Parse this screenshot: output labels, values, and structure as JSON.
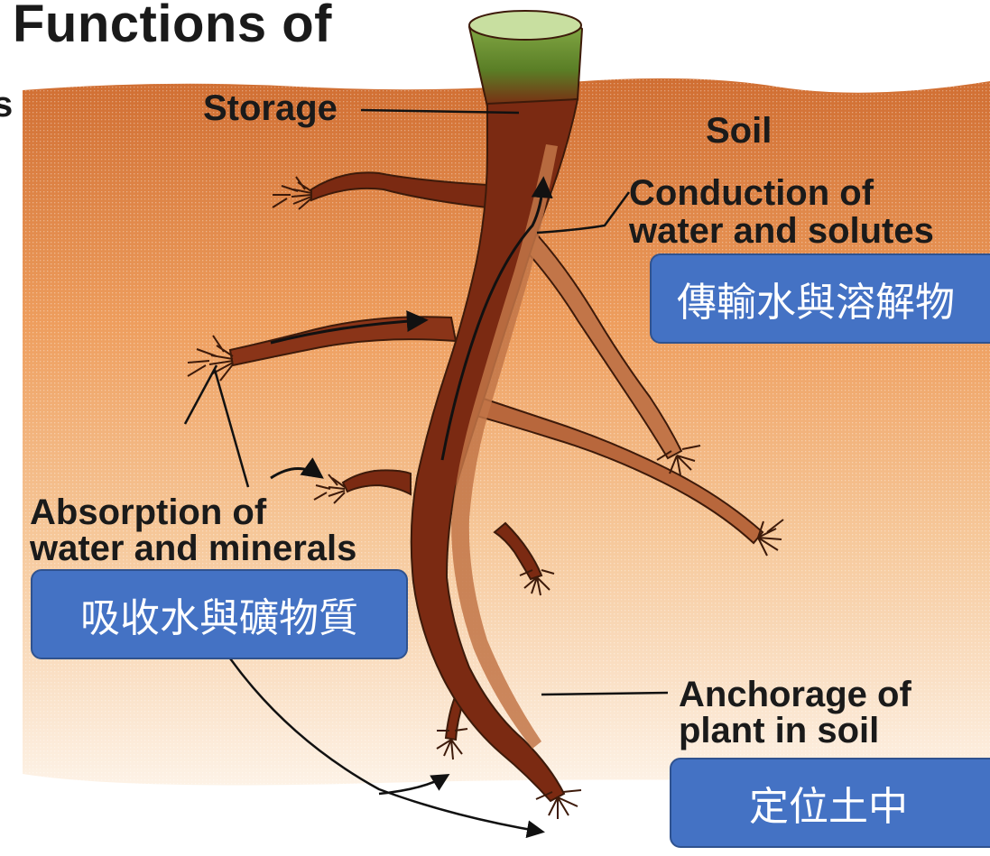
{
  "title": "Functions of",
  "edge_char": "s",
  "labels": {
    "storage": "Storage",
    "soil": "Soil",
    "conduction_line1": "Conduction of",
    "conduction_line2": "water and solutes",
    "absorption_line1": "Absorption of",
    "absorption_line2": "water and minerals",
    "anchorage_line1": "Anchorage of",
    "anchorage_line2": "plant in soil"
  },
  "callouts": {
    "conduction": "傳輸水與溶解物",
    "absorption": "吸收水與礦物質",
    "anchorage": "定位土中"
  },
  "colors": {
    "soil_top": "#d4763a",
    "soil_mid": "#f0a86a",
    "soil_bottom": "#fdf0e2",
    "root_dark": "#7b2a12",
    "root_light": "#c27548",
    "stem_top": "#5f8a2a",
    "callout_fill": "#4472c4",
    "callout_text": "#ffffff"
  }
}
